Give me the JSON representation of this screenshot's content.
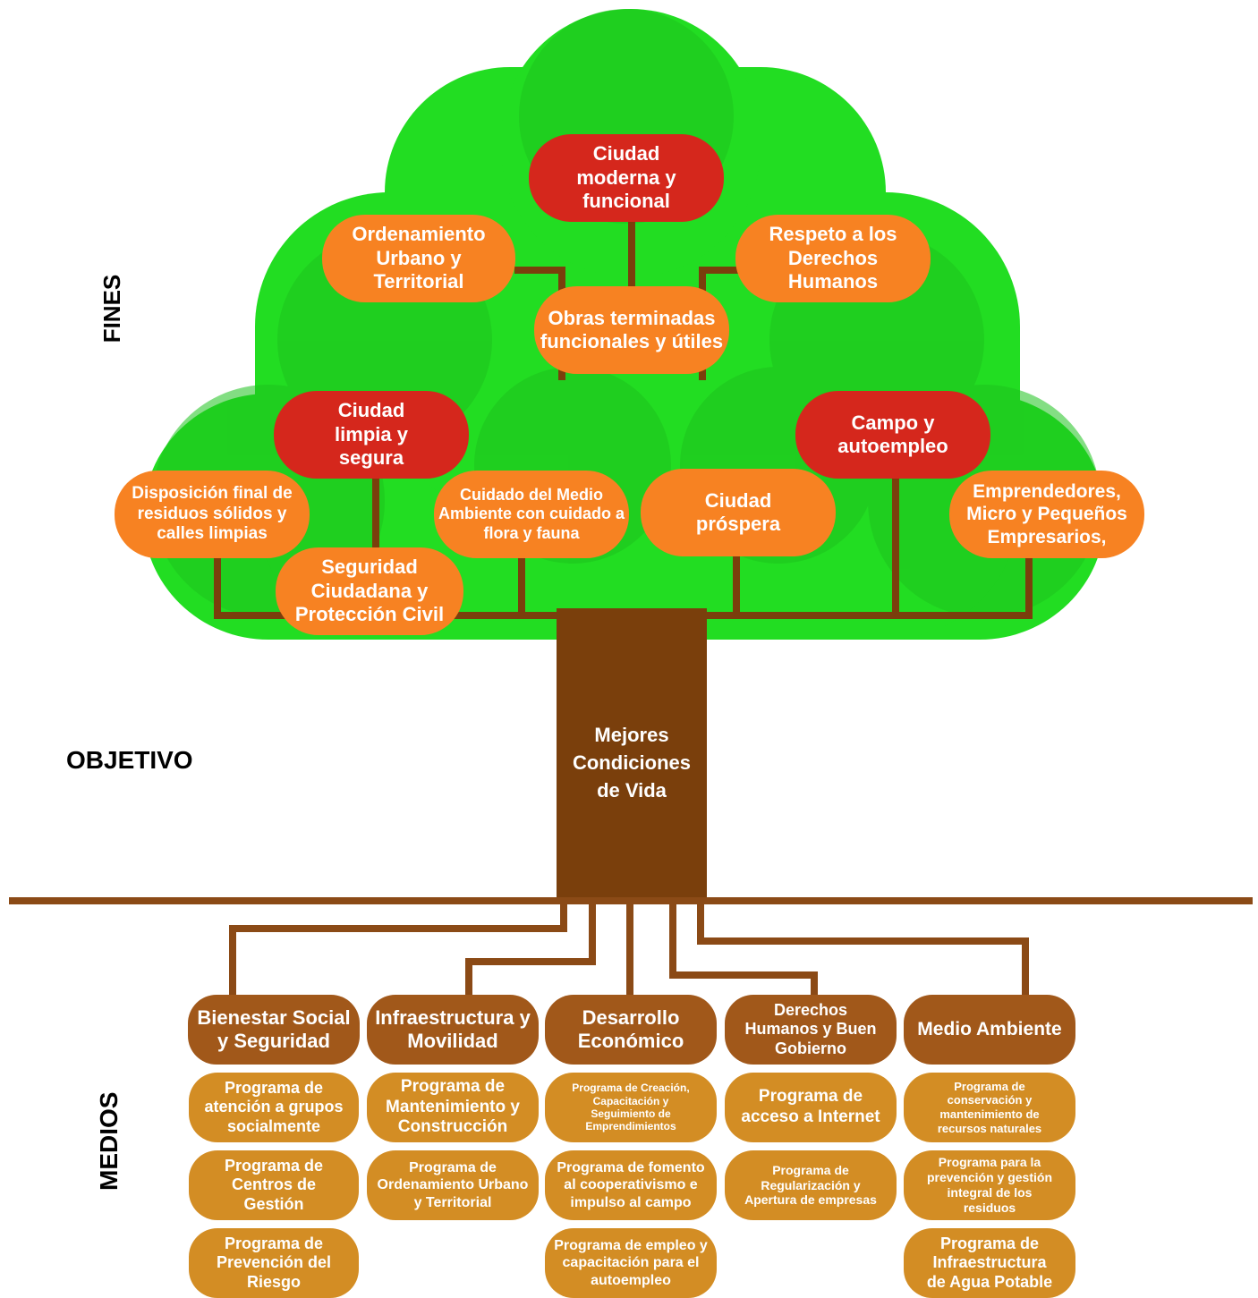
{
  "labels": {
    "fines": "FINES",
    "objetivo": "OBJETIVO",
    "medios": "MEDIOS"
  },
  "trunk": {
    "text": "Mejores Condiciones de Vida"
  },
  "fines": {
    "ciudad_moderna": "Ciudad moderna y funcional",
    "ordenamiento": "Ordenamiento Urbano y Territorial",
    "respeto": "Respeto a los Derechos Humanos",
    "obras": "Obras terminadas funcionales y útiles",
    "ciudad_limpia": "Ciudad limpia y segura",
    "campo": "Campo y autoempleo",
    "disposicion": "Disposición final de residuos sólidos y calles limpias",
    "cuidado": "Cuidado del Medio Ambiente con cuidado a flora y fauna",
    "ciudad_prospera": "Ciudad próspera",
    "emprendedores": "Emprendedores, Micro y Pequeños Empresarios,",
    "seguridad": "Seguridad Ciudadana y Protección Civil"
  },
  "medios": {
    "col1": {
      "title": "Bienestar Social y Seguridad",
      "items": [
        "Programa de atención a grupos socialmente",
        "Programa de Centros de Gestión",
        "Programa de Prevención del Riesgo"
      ]
    },
    "col2": {
      "title": "Infraestructura y Movilidad",
      "items": [
        "Programa de Mantenimiento y Construcción",
        "Programa de Ordenamiento Urbano y Territorial"
      ]
    },
    "col3": {
      "title": "Desarrollo Económico",
      "items": [
        "Programa de Creación, Capacitación y Seguimiento de Emprendimientos",
        "Programa de fomento al cooperativismo e impulso al campo",
        "Programa de empleo y capacitación para el autoempleo"
      ]
    },
    "col4": {
      "title": "Derechos Humanos y Buen Gobierno",
      "items": [
        "Programa de acceso a Internet",
        "Programa de Regularización y Apertura de empresas"
      ]
    },
    "col5": {
      "title": "Medio Ambiente",
      "items": [
        "Programa de conservación y mantenimiento de recursos naturales",
        "Programa para la prevención y gestión integral de los residuos",
        "Programa de Infraestructura de Agua Potable"
      ]
    }
  },
  "colors": {
    "canopy_light": "#22dd22",
    "canopy_dark": "#18b818",
    "red": "#d5271c",
    "orange": "#f78222",
    "trunk": "#7a3f0c",
    "branch": "#8b4a16",
    "medio_header": "#a1581a",
    "medio_item": "#d38d24"
  }
}
